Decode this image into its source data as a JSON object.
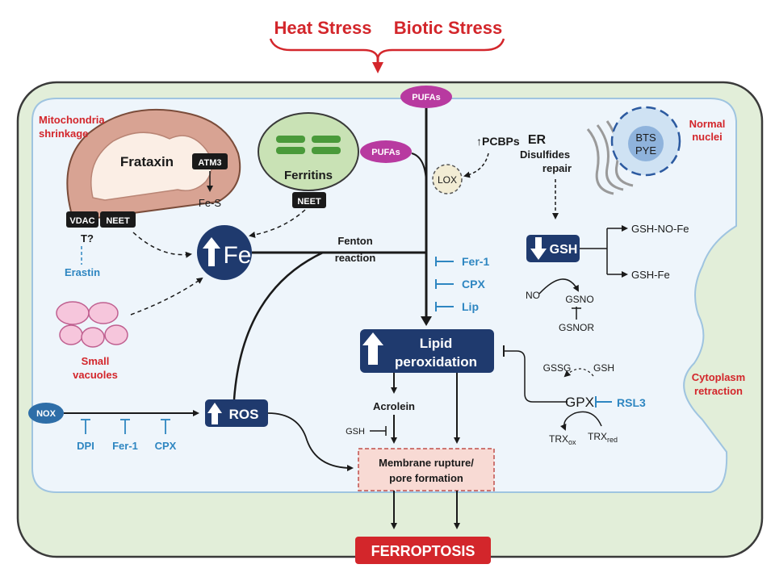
{
  "header": {
    "heat_stress": "Heat Stress",
    "biotic_stress": "Biotic Stress"
  },
  "mito": {
    "label_line1": "Mitochondria",
    "label_line2": "shrinkage",
    "frataxin": "Frataxin",
    "atm3": "ATM3",
    "fes": "Fe-S",
    "vdac": "VDAC",
    "neet": "NEET",
    "tq": "T?",
    "erastin": "Erastin"
  },
  "ferritins": {
    "label": "Ferritins",
    "neet": "NEET",
    "pufas": "PUFAs"
  },
  "top": {
    "pufas": "PUFAs",
    "pcbps": "↑PCBPs",
    "lox": "LOX"
  },
  "er": {
    "er": "ER",
    "disulfides": "Disulfides",
    "repair": "repair"
  },
  "nucleus": {
    "bts": "BTS",
    "pye": "PYE",
    "label_line1": "Normal",
    "label_line2": "nuclei"
  },
  "fe": {
    "label": "Fe"
  },
  "fenton": {
    "line1": "Fenton",
    "line2": "reaction"
  },
  "inhibitors_lp": [
    "Fer-1",
    "CPX",
    "Lip"
  ],
  "gsh_box": {
    "label": "GSH",
    "no_fe": "GSH-NO-Fe",
    "fe": "GSH-Fe",
    "no": "NO",
    "gsno": "GSNO",
    "gsnor": "GSNOR"
  },
  "vacuoles": {
    "line1": "Small",
    "line2": "vacuoles"
  },
  "lipid": {
    "line1": "Lipid",
    "line2": "peroxidation"
  },
  "gpx": {
    "gpx": "GPX",
    "gssg": "GSSG",
    "gsh": "GSH",
    "rsl3": "RSL3",
    "trx_ox": "TRX",
    "trx_ox_sub": "ox",
    "trx_red": "TRX",
    "trx_red_sub": "red"
  },
  "cyto": {
    "line1": "Cytoplasm",
    "line2": "retraction"
  },
  "nox": {
    "label": "NOX",
    "inhibitors": [
      "DPI",
      "Fer-1",
      "CPX"
    ]
  },
  "ros": {
    "label": "ROS"
  },
  "acrolein": {
    "label": "Acrolein",
    "gsh": "GSH"
  },
  "membrane": {
    "line1": "Membrane rupture/",
    "line2": "pore formation"
  },
  "ferroptosis": {
    "label": "FERROPTOSIS"
  },
  "colors": {
    "red": "#d3262b",
    "navy": "#1f3a6e",
    "blue": "#2e86c1",
    "cell_green": "#e2eed9",
    "cell_border": "#3a3a3a",
    "inner": "#eef5fb",
    "magenta": "#b83aa0",
    "pink_membrane": "#f8dad4"
  }
}
